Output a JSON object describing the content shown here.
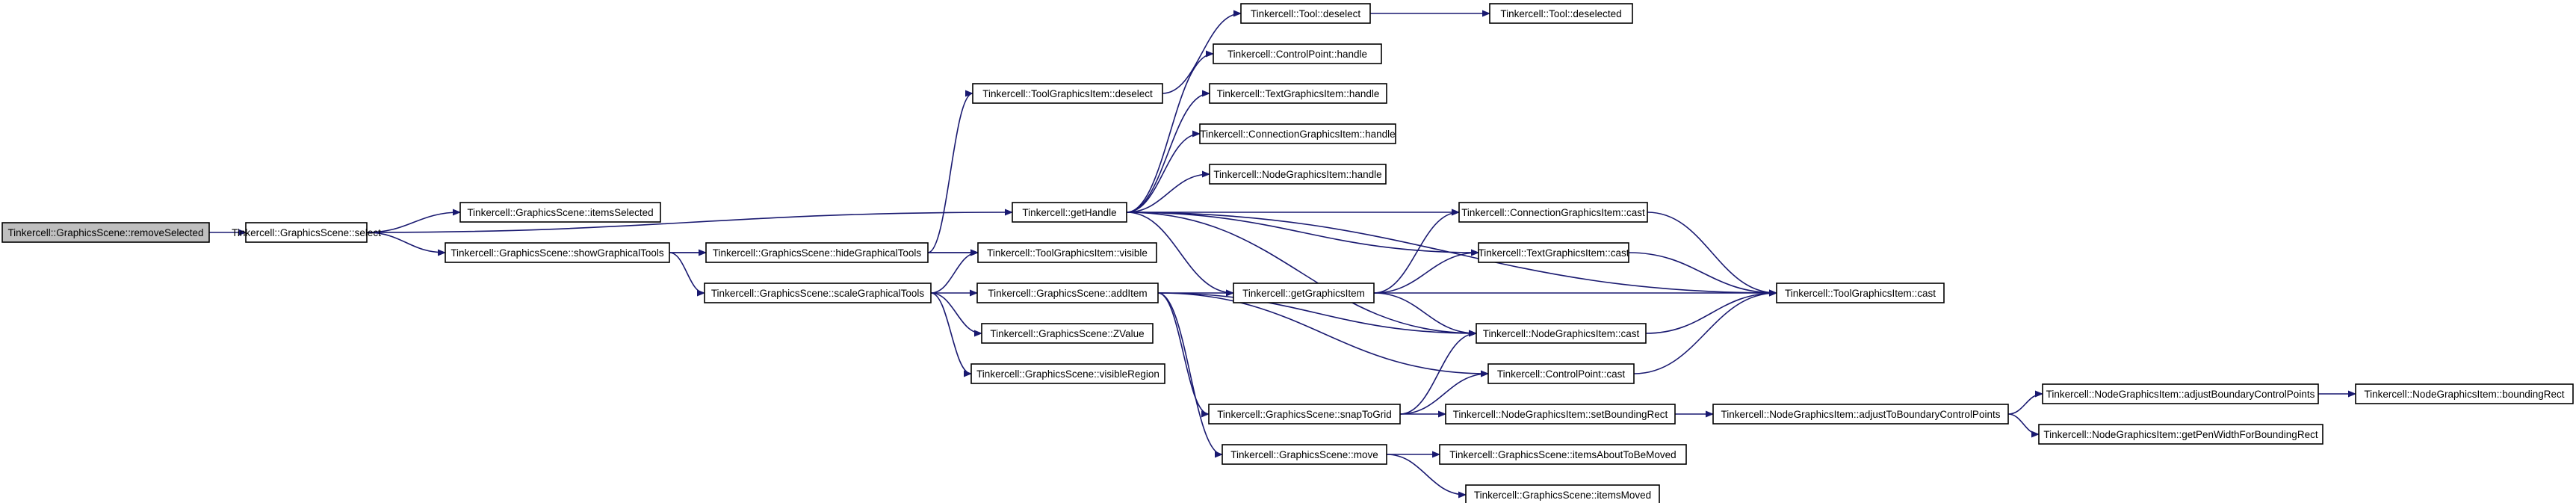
{
  "diagram": {
    "type": "call-graph",
    "colors": {
      "edge": "#191970",
      "root_fill": "#bfbfbf",
      "node_fill": "#ffffff",
      "border": "#000000"
    },
    "nodes": [
      {
        "id": "removeSelected",
        "label": "Tinkercell::GraphicsScene::removeSelected",
        "root": true
      },
      {
        "id": "select",
        "label": "Tinkercell::GraphicsScene::select"
      },
      {
        "id": "itemsSelected",
        "label": "Tinkercell::GraphicsScene::itemsSelected"
      },
      {
        "id": "showGraphicalTools",
        "label": "Tinkercell::GraphicsScene::showGraphicalTools"
      },
      {
        "id": "getHandle",
        "label": "Tinkercell::getHandle"
      },
      {
        "id": "hideGraphicalTools",
        "label": "Tinkercell::GraphicsScene::hideGraphicalTools"
      },
      {
        "id": "tgiVisible",
        "label": "Tinkercell::ToolGraphicsItem::visible"
      },
      {
        "id": "scaleGraphicalTools",
        "label": "Tinkercell::GraphicsScene::scaleGraphicalTools"
      },
      {
        "id": "addItem",
        "label": "Tinkercell::GraphicsScene::addItem"
      },
      {
        "id": "zValue",
        "label": "Tinkercell::GraphicsScene::ZValue"
      },
      {
        "id": "visibleRegion",
        "label": "Tinkercell::GraphicsScene::visibleRegion"
      },
      {
        "id": "tgiDeselect",
        "label": "Tinkercell::ToolGraphicsItem::deselect"
      },
      {
        "id": "toolDeselect",
        "label": "Tinkercell::Tool::deselect"
      },
      {
        "id": "toolDeselected",
        "label": "Tinkercell::Tool::deselected"
      },
      {
        "id": "cpHandle",
        "label": "Tinkercell::ControlPoint::handle"
      },
      {
        "id": "textHandle",
        "label": "Tinkercell::TextGraphicsItem::handle"
      },
      {
        "id": "connHandle",
        "label": "Tinkercell::ConnectionGraphicsItem::handle"
      },
      {
        "id": "nodeHandle",
        "label": "Tinkercell::NodeGraphicsItem::handle"
      },
      {
        "id": "connCast",
        "label": "Tinkercell::ConnectionGraphicsItem::cast"
      },
      {
        "id": "textCast",
        "label": "Tinkercell::TextGraphicsItem::cast"
      },
      {
        "id": "getGraphicsItem",
        "label": "Tinkercell::getGraphicsItem"
      },
      {
        "id": "toolGiCast",
        "label": "Tinkercell::ToolGraphicsItem::cast"
      },
      {
        "id": "nodeCast",
        "label": "Tinkercell::NodeGraphicsItem::cast"
      },
      {
        "id": "cpCast",
        "label": "Tinkercell::ControlPoint::cast"
      },
      {
        "id": "snapToGrid",
        "label": "Tinkercell::GraphicsScene::snapToGrid"
      },
      {
        "id": "setBoundingRect",
        "label": "Tinkercell::NodeGraphicsItem::setBoundingRect"
      },
      {
        "id": "adjustToBoundary",
        "label": "Tinkercell::NodeGraphicsItem::adjustToBoundaryControlPoints"
      },
      {
        "id": "adjustBoundary",
        "label": "Tinkercell::NodeGraphicsItem::adjustBoundaryControlPoints"
      },
      {
        "id": "boundingRect",
        "label": "Tinkercell::NodeGraphicsItem::boundingRect"
      },
      {
        "id": "penWidth",
        "label": "Tinkercell::NodeGraphicsItem::getPenWidthForBoundingRect"
      },
      {
        "id": "move",
        "label": "Tinkercell::GraphicsScene::move"
      },
      {
        "id": "itemsAboutToBeMoved",
        "label": "Tinkercell::GraphicsScene::itemsAboutToBeMoved"
      },
      {
        "id": "itemsMoved",
        "label": "Tinkercell::GraphicsScene::itemsMoved"
      }
    ],
    "edges": [
      [
        "removeSelected",
        "select"
      ],
      [
        "select",
        "itemsSelected"
      ],
      [
        "select",
        "showGraphicalTools"
      ],
      [
        "select",
        "getHandle"
      ],
      [
        "showGraphicalTools",
        "hideGraphicalTools"
      ],
      [
        "showGraphicalTools",
        "tgiVisible"
      ],
      [
        "showGraphicalTools",
        "scaleGraphicalTools"
      ],
      [
        "hideGraphicalTools",
        "tgiDeselect"
      ],
      [
        "hideGraphicalTools",
        "tgiVisible"
      ],
      [
        "scaleGraphicalTools",
        "tgiVisible"
      ],
      [
        "scaleGraphicalTools",
        "addItem"
      ],
      [
        "scaleGraphicalTools",
        "zValue"
      ],
      [
        "scaleGraphicalTools",
        "visibleRegion"
      ],
      [
        "tgiDeselect",
        "toolDeselect"
      ],
      [
        "toolDeselect",
        "toolDeselected"
      ],
      [
        "getHandle",
        "cpHandle"
      ],
      [
        "getHandle",
        "textHandle"
      ],
      [
        "getHandle",
        "connHandle"
      ],
      [
        "getHandle",
        "nodeHandle"
      ],
      [
        "getHandle",
        "connCast"
      ],
      [
        "getHandle",
        "textCast"
      ],
      [
        "getHandle",
        "getGraphicsItem"
      ],
      [
        "getHandle",
        "nodeCast"
      ],
      [
        "getHandle",
        "toolGiCast"
      ],
      [
        "getGraphicsItem",
        "connCast"
      ],
      [
        "getGraphicsItem",
        "textCast"
      ],
      [
        "getGraphicsItem",
        "toolGiCast"
      ],
      [
        "getGraphicsItem",
        "nodeCast"
      ],
      [
        "connCast",
        "toolGiCast"
      ],
      [
        "textCast",
        "toolGiCast"
      ],
      [
        "nodeCast",
        "toolGiCast"
      ],
      [
        "cpCast",
        "toolGiCast"
      ],
      [
        "addItem",
        "getGraphicsItem"
      ],
      [
        "addItem",
        "nodeCast"
      ],
      [
        "addItem",
        "cpCast"
      ],
      [
        "addItem",
        "snapToGrid"
      ],
      [
        "addItem",
        "move"
      ],
      [
        "snapToGrid",
        "nodeCast"
      ],
      [
        "snapToGrid",
        "cpCast"
      ],
      [
        "snapToGrid",
        "setBoundingRect"
      ],
      [
        "setBoundingRect",
        "adjustToBoundary"
      ],
      [
        "adjustToBoundary",
        "adjustBoundary"
      ],
      [
        "adjustToBoundary",
        "penWidth"
      ],
      [
        "adjustBoundary",
        "boundingRect"
      ],
      [
        "move",
        "itemsAboutToBeMoved"
      ],
      [
        "move",
        "itemsMoved"
      ]
    ]
  }
}
